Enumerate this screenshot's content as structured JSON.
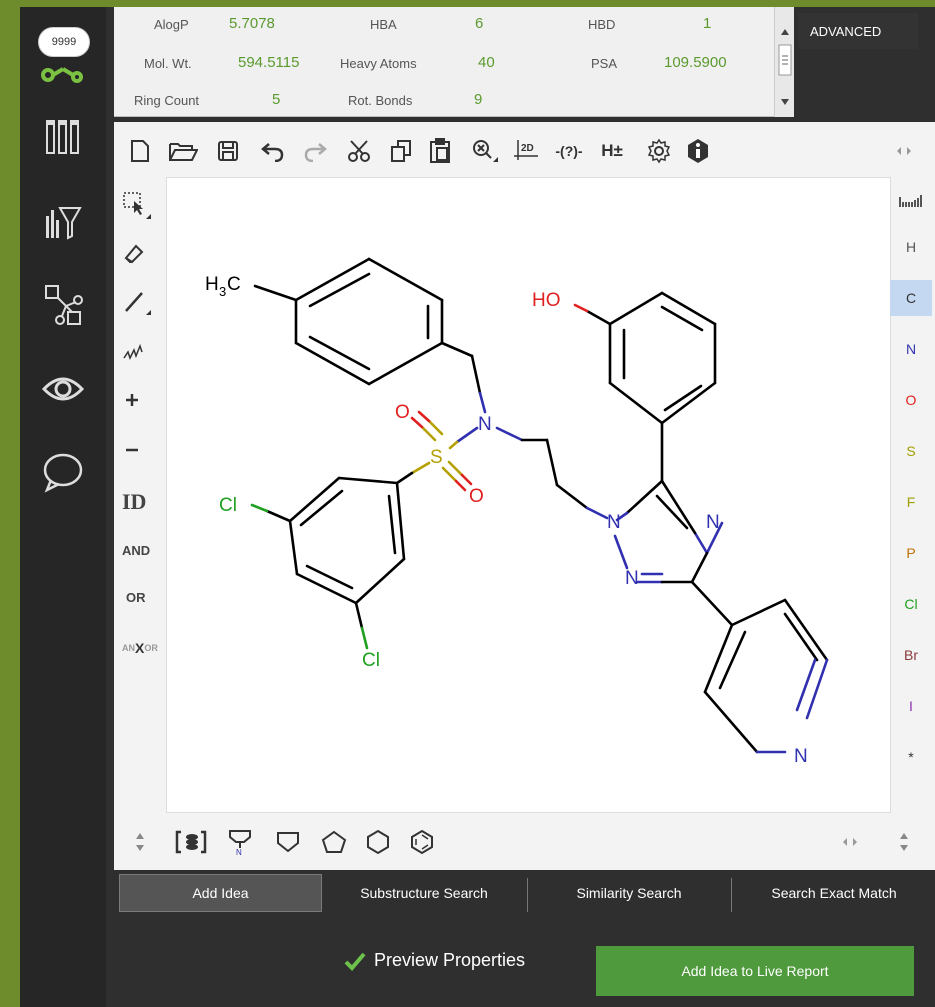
{
  "nav": {
    "badge": "9999",
    "items": [
      "molecule-icon",
      "columns-icon",
      "filter-chart-icon",
      "rgroup-icon",
      "eye-icon",
      "chat-icon"
    ]
  },
  "properties": {
    "alogp_label": "AlogP",
    "alogp_value": "5.7078",
    "hba_label": "HBA",
    "hba_value": "6",
    "hbd_label": "HBD",
    "hbd_value": "1",
    "mw_label": "Mol. Wt.",
    "mw_value": "594.5115",
    "heavy_label": "Heavy Atoms",
    "heavy_value": "40",
    "psa_label": "PSA",
    "psa_value": "109.5900",
    "ring_label": "Ring Count",
    "ring_value": "5",
    "rot_label": "Rot. Bonds",
    "rot_value": "9"
  },
  "advanced": {
    "label": "ADVANCED"
  },
  "editor": {
    "left_tools": {
      "id": "ID",
      "and": "AND",
      "or": "OR",
      "anor_a": "AN",
      "anor_x": "X",
      "anor_o": "OR"
    },
    "elements": [
      {
        "sym": "H",
        "color": "#555555"
      },
      {
        "sym": "C",
        "color": "#333333"
      },
      {
        "sym": "N",
        "color": "#3030b0"
      },
      {
        "sym": "O",
        "color": "#e02020"
      },
      {
        "sym": "S",
        "color": "#a0a000"
      },
      {
        "sym": "F",
        "color": "#a0a000"
      },
      {
        "sym": "P",
        "color": "#c07000"
      },
      {
        "sym": "Cl",
        "color": "#20a020"
      },
      {
        "sym": "Br",
        "color": "#8b3a3a"
      },
      {
        "sym": "I",
        "color": "#9030b0"
      },
      {
        "sym": "*",
        "color": "#333333"
      }
    ],
    "top_tools": {
      "h_toggle": "H±",
      "layout": "2D",
      "query": "-(?)-"
    },
    "molecule": {
      "h3c": "H",
      "h3c_sub": "3",
      "h3c_c": "C",
      "ho": "HO",
      "n_amine": "N",
      "s": "S",
      "o1": "O",
      "o2": "O",
      "cl1": "Cl",
      "cl2": "Cl",
      "n1": "N",
      "n2": "N",
      "n3": "N",
      "n_pyr": "N"
    }
  },
  "tabs": {
    "add_idea": "Add Idea",
    "substructure": "Substructure Search",
    "similarity": "Similarity Search",
    "exact": "Search Exact Match"
  },
  "footer": {
    "preview": "Preview Properties",
    "add_live": "Add Idea to Live Report"
  },
  "colors": {
    "accent": "#4e9a3c",
    "background": "#6f8c2d",
    "value_green": "#5a9a2e"
  }
}
